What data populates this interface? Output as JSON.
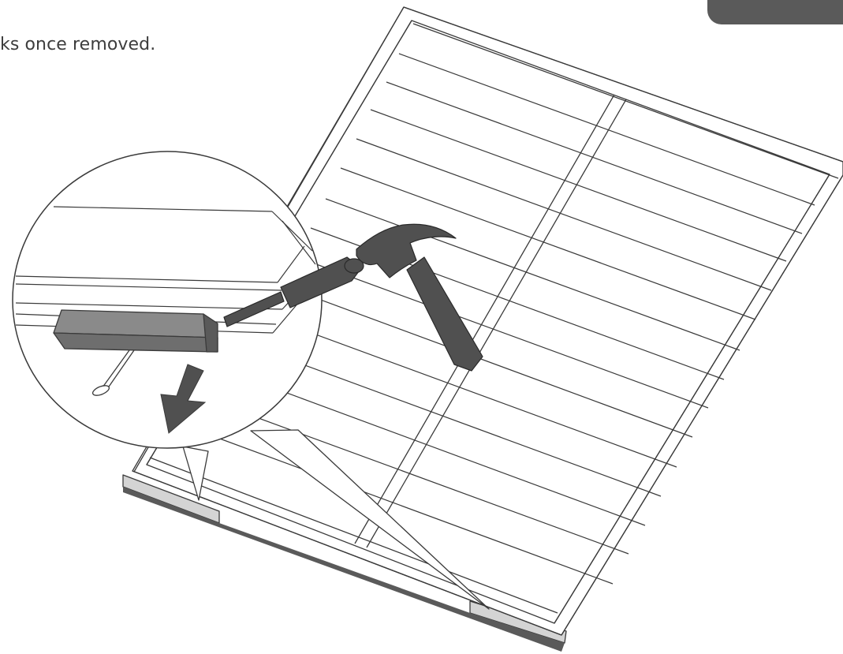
{
  "instruction_text": "ks once removed.",
  "illustration": {
    "subject": "panel-frame-with-slats",
    "tools": [
      "hammer-icon",
      "screwdriver-icon"
    ],
    "callout": [
      "wood-block",
      "nail",
      "arrow-down-icon"
    ]
  },
  "colors": {
    "line": "#3a3a3a",
    "fill": "#ffffff",
    "tool": "#505050",
    "block_side": "#6e6e6e",
    "block_top": "#8a8a8a",
    "feet": "#d4d4d4",
    "tab": "#5a5a5a"
  }
}
